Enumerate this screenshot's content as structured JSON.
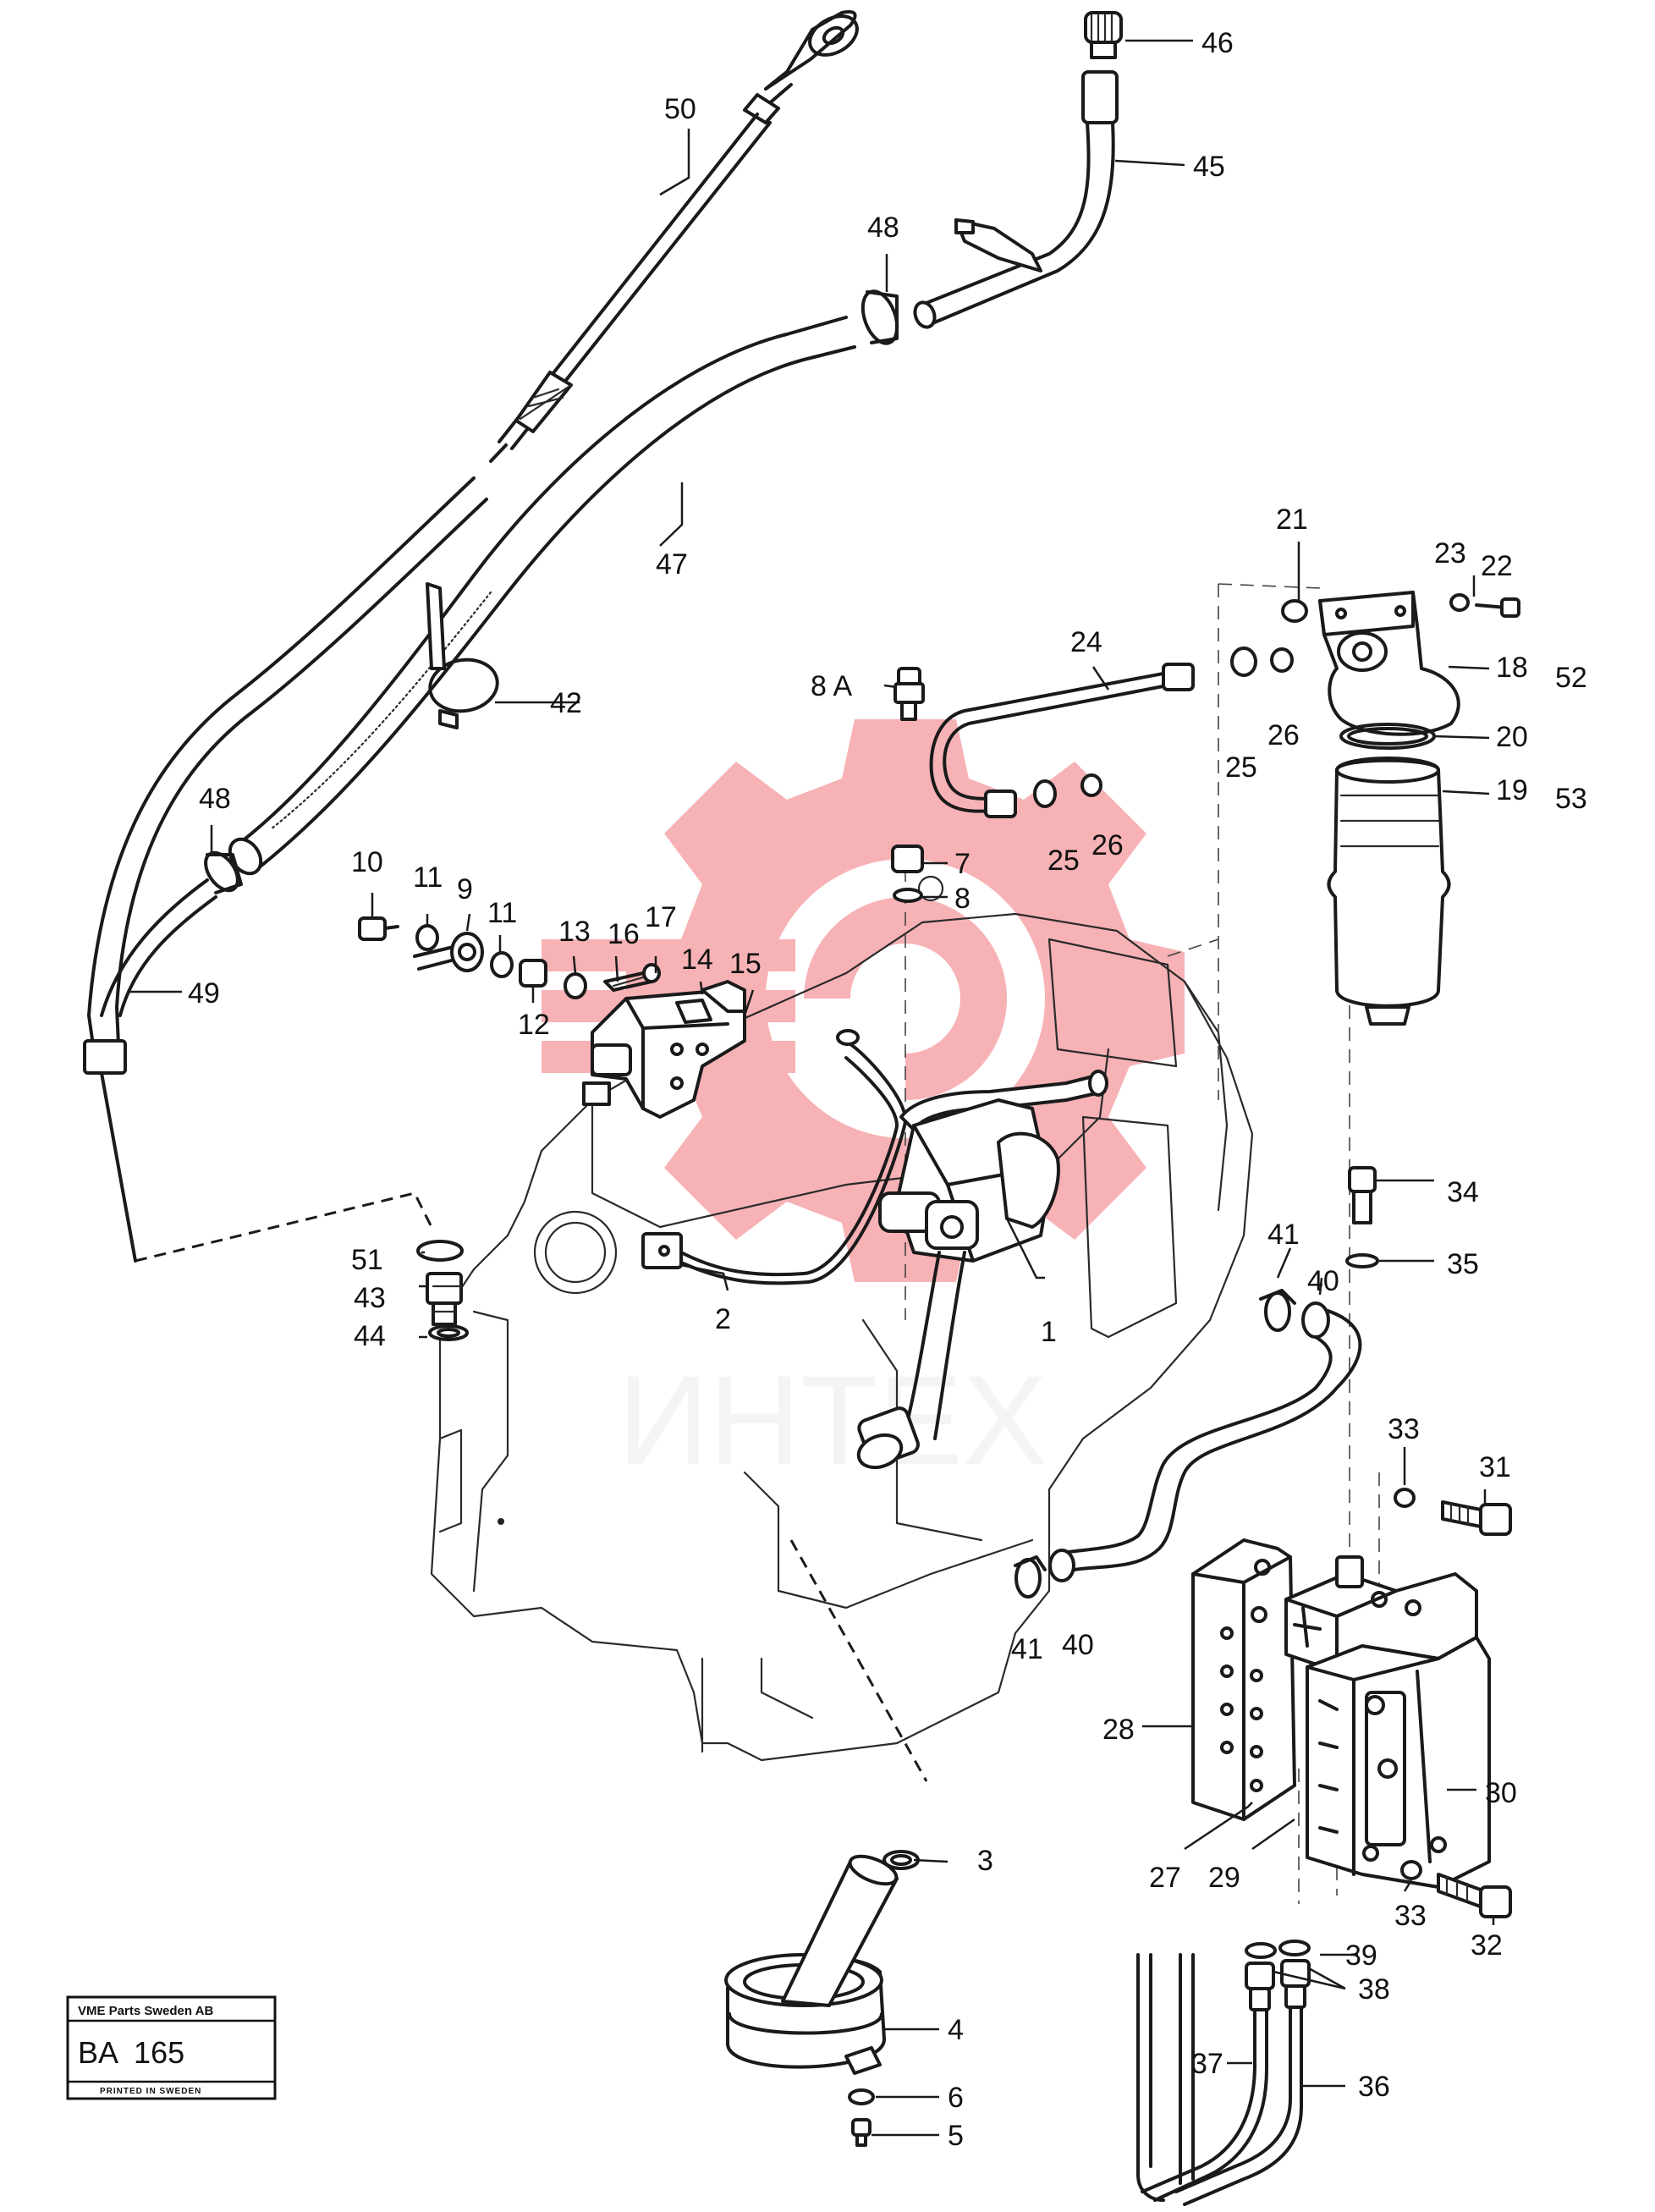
{
  "stamp": {
    "company": "VME Parts Sweden AB",
    "code": "BA  165",
    "printed": "PRINTED IN SWEDEN"
  },
  "watermark": {
    "text": "ИНТЕХ",
    "logo": "gear-logo-icon",
    "color": "#e8232b"
  },
  "callouts": [
    {
      "id": "1",
      "label": "1"
    },
    {
      "id": "2",
      "label": "2"
    },
    {
      "id": "3",
      "label": "3"
    },
    {
      "id": "4",
      "label": "4"
    },
    {
      "id": "5",
      "label": "5"
    },
    {
      "id": "6",
      "label": "6"
    },
    {
      "id": "7",
      "label": "7"
    },
    {
      "id": "8",
      "label": "8"
    },
    {
      "id": "8a",
      "label": "8 A"
    },
    {
      "id": "9",
      "label": "9"
    },
    {
      "id": "10",
      "label": "10"
    },
    {
      "id": "11a",
      "label": "11"
    },
    {
      "id": "11b",
      "label": "11"
    },
    {
      "id": "12",
      "label": "12"
    },
    {
      "id": "13",
      "label": "13"
    },
    {
      "id": "14",
      "label": "14"
    },
    {
      "id": "15",
      "label": "15"
    },
    {
      "id": "16",
      "label": "16"
    },
    {
      "id": "17",
      "label": "17"
    },
    {
      "id": "18",
      "label": "18"
    },
    {
      "id": "19",
      "label": "19"
    },
    {
      "id": "20",
      "label": "20"
    },
    {
      "id": "21",
      "label": "21"
    },
    {
      "id": "22",
      "label": "22"
    },
    {
      "id": "23",
      "label": "23"
    },
    {
      "id": "24",
      "label": "24"
    },
    {
      "id": "25a",
      "label": "25"
    },
    {
      "id": "25b",
      "label": "25"
    },
    {
      "id": "26a",
      "label": "26"
    },
    {
      "id": "26b",
      "label": "26"
    },
    {
      "id": "27",
      "label": "27"
    },
    {
      "id": "28",
      "label": "28"
    },
    {
      "id": "29",
      "label": "29"
    },
    {
      "id": "30",
      "label": "30"
    },
    {
      "id": "31",
      "label": "31"
    },
    {
      "id": "32",
      "label": "32"
    },
    {
      "id": "33a",
      "label": "33"
    },
    {
      "id": "33b",
      "label": "33"
    },
    {
      "id": "34",
      "label": "34"
    },
    {
      "id": "35",
      "label": "35"
    },
    {
      "id": "36",
      "label": "36"
    },
    {
      "id": "37",
      "label": "37"
    },
    {
      "id": "38",
      "label": "38"
    },
    {
      "id": "39",
      "label": "39"
    },
    {
      "id": "40a",
      "label": "40"
    },
    {
      "id": "40b",
      "label": "40"
    },
    {
      "id": "41a",
      "label": "41"
    },
    {
      "id": "41b",
      "label": "41"
    },
    {
      "id": "42",
      "label": "42"
    },
    {
      "id": "43",
      "label": "43"
    },
    {
      "id": "44",
      "label": "44"
    },
    {
      "id": "45",
      "label": "45"
    },
    {
      "id": "46",
      "label": "46"
    },
    {
      "id": "47",
      "label": "47"
    },
    {
      "id": "48a",
      "label": "48"
    },
    {
      "id": "48b",
      "label": "48"
    },
    {
      "id": "49",
      "label": "49"
    },
    {
      "id": "50",
      "label": "50"
    },
    {
      "id": "51",
      "label": "51"
    },
    {
      "id": "52",
      "label": "52"
    },
    {
      "id": "53",
      "label": "53"
    }
  ]
}
